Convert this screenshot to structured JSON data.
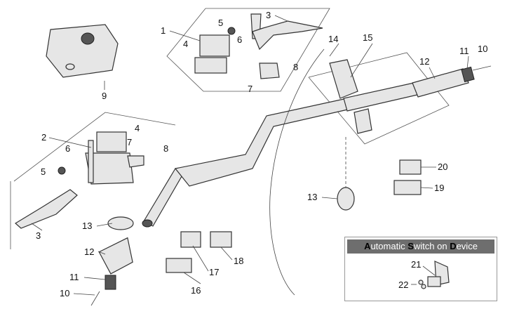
{
  "diagram": {
    "callouts": {
      "c1": "1",
      "c2": "2",
      "c3a": "3",
      "c3b": "3",
      "c4a": "4",
      "c4b": "4",
      "c5a": "5",
      "c5b": "5",
      "c6a": "6",
      "c6b": "6",
      "c7a": "7",
      "c7b": "7",
      "c8a": "8",
      "c8b": "8",
      "c9": "9",
      "c10a": "10",
      "c10b": "10",
      "c11a": "11",
      "c11b": "11",
      "c12a": "12",
      "c12b": "12",
      "c13a": "13",
      "c13b": "13",
      "c14": "14",
      "c15": "15",
      "c16": "16",
      "c17": "17",
      "c18": "18",
      "c19": "19",
      "c20": "20",
      "c21": "21",
      "c22": "22"
    },
    "inset": {
      "title_parts": [
        {
          "initial": "A",
          "rest": "utomatic "
        },
        {
          "initial": "S",
          "rest": "witch on "
        },
        {
          "initial": "D",
          "rest": "evice"
        }
      ]
    }
  }
}
